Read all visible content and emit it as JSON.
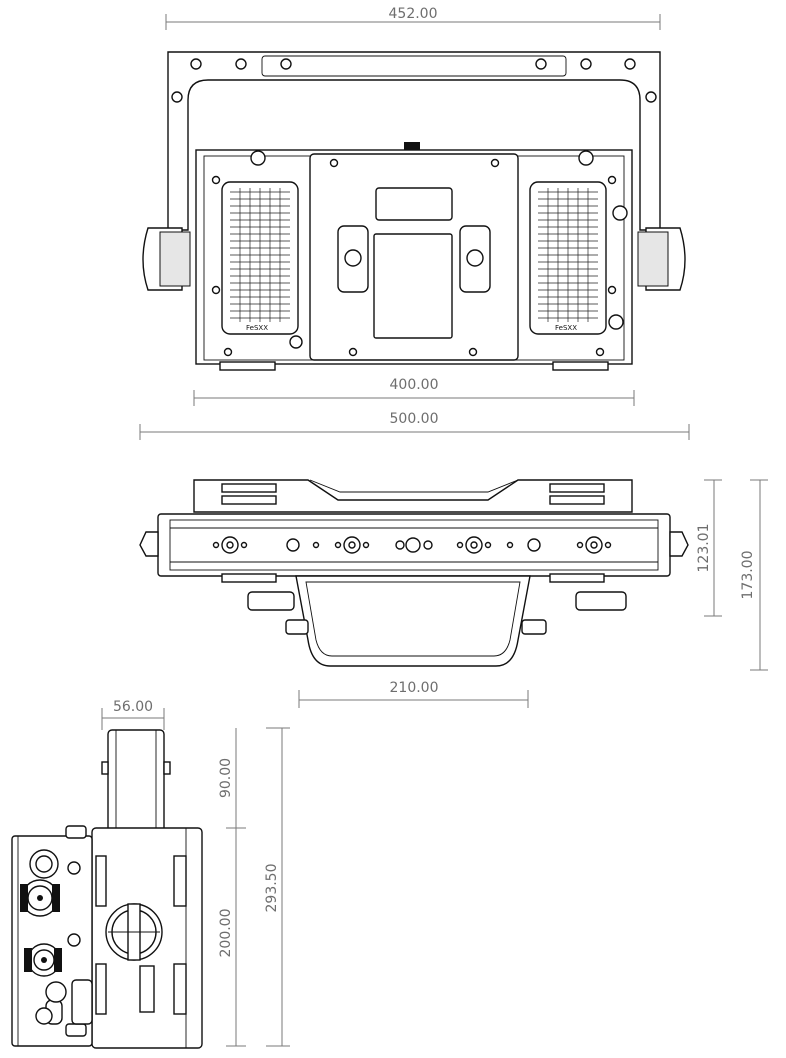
{
  "dimensions": {
    "front_top_width": "452.00",
    "front_inner_width": "400.00",
    "front_overall_width": "500.00",
    "top_height_inner": "123.01",
    "top_height_overall": "173.00",
    "top_bottom_width": "210.00",
    "side_yoke_width": "56.00",
    "side_yoke_height": "90.00",
    "side_overall_height": "293.50",
    "side_body_height": "200.00"
  },
  "labels": {
    "brand_left": "FeSXX",
    "brand_right": "FeSXX"
  },
  "colors": {
    "line": "#111111",
    "dimension": "#7a7a7a",
    "background": "#ffffff"
  }
}
